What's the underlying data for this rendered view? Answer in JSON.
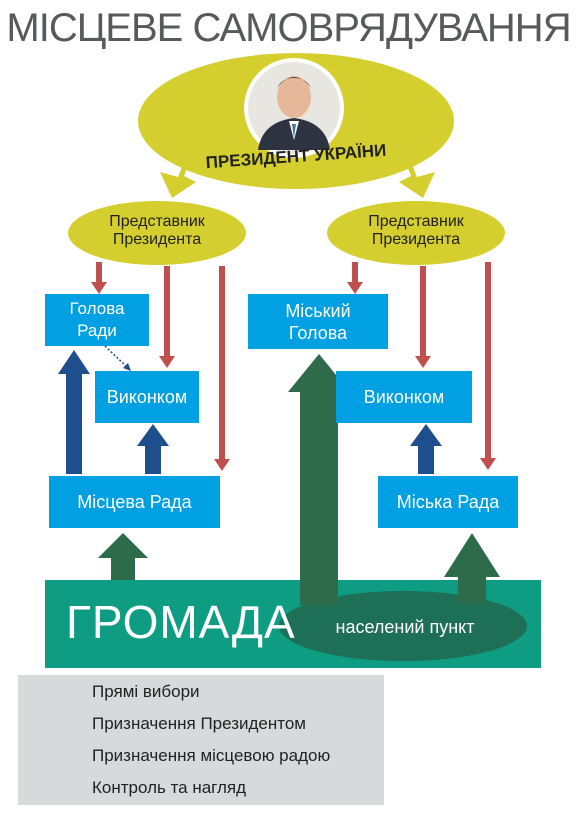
{
  "title": "МІСЦЕВЕ САМОВРЯДУВАННЯ",
  "president": {
    "label": "ПРЕЗИДЕНТ УКРАЇНИ",
    "photo_icon": "president-portrait-icon"
  },
  "representatives": [
    {
      "label": "Представник\nПрезидента"
    },
    {
      "label": "Представник\nПрезидента"
    }
  ],
  "left_branch": {
    "head": "Голова\nРади",
    "executive": "Виконком",
    "council": "Місцева Рада"
  },
  "right_branch": {
    "head": "Міський\nГолова",
    "executive": "Виконком",
    "council": "Міська Рада"
  },
  "community": {
    "label": "ГРОМАДА",
    "settlement": "населений пункт"
  },
  "legend": [
    {
      "label": "Прямі вибори",
      "color": "#2e6b4b"
    },
    {
      "label": "Призначення Президентом",
      "color": "#cfca2a"
    },
    {
      "label": "Призначення місцевою радою",
      "color": "#1f4e8c"
    },
    {
      "label": "Контроль та нагляд",
      "color": "#c0504d"
    }
  ],
  "colors": {
    "box_fill": "#00a0e3",
    "ellipse_fill": "#d4cf2e",
    "community_fill": "#0e9c82",
    "settlement_fill": "#1d6f55",
    "direct_election": "#2e6b4b",
    "presidential_appointment": "#cfca2a",
    "council_appointment": "#1f4e8c",
    "control": "#c0504d"
  }
}
